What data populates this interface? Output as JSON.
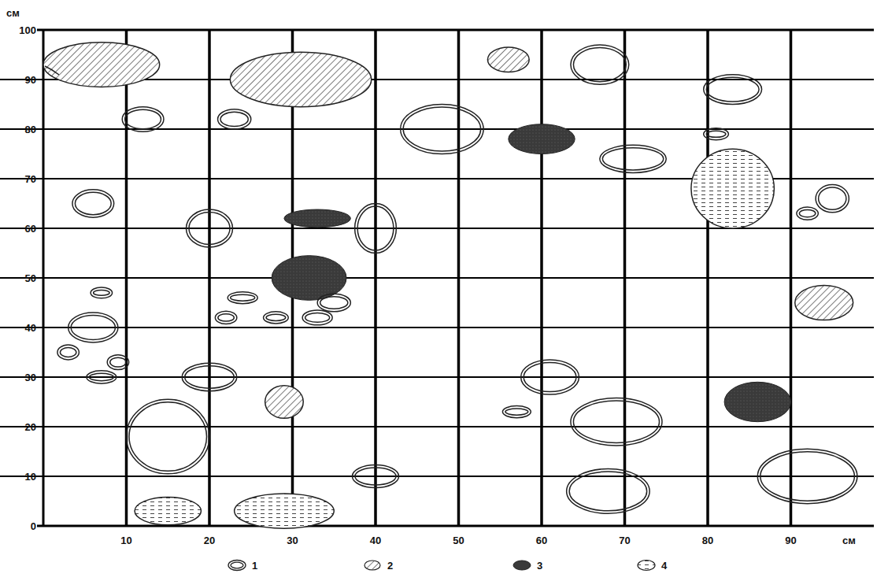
{
  "diagram": {
    "labels": [
      "см",
      "100",
      "90",
      "80",
      "70",
      "60",
      "50",
      "40",
      "30",
      "20",
      "10",
      "0",
      "10",
      "20",
      "30",
      "40",
      "50",
      "60",
      "70",
      "80",
      "90",
      "см"
    ],
    "legend": [
      {
        "text": "1"
      },
      {
        "text": "2"
      },
      {
        "text": "3",
        "color": "#3a3a3a"
      },
      {
        "text": "4"
      }
    ]
  }
}
